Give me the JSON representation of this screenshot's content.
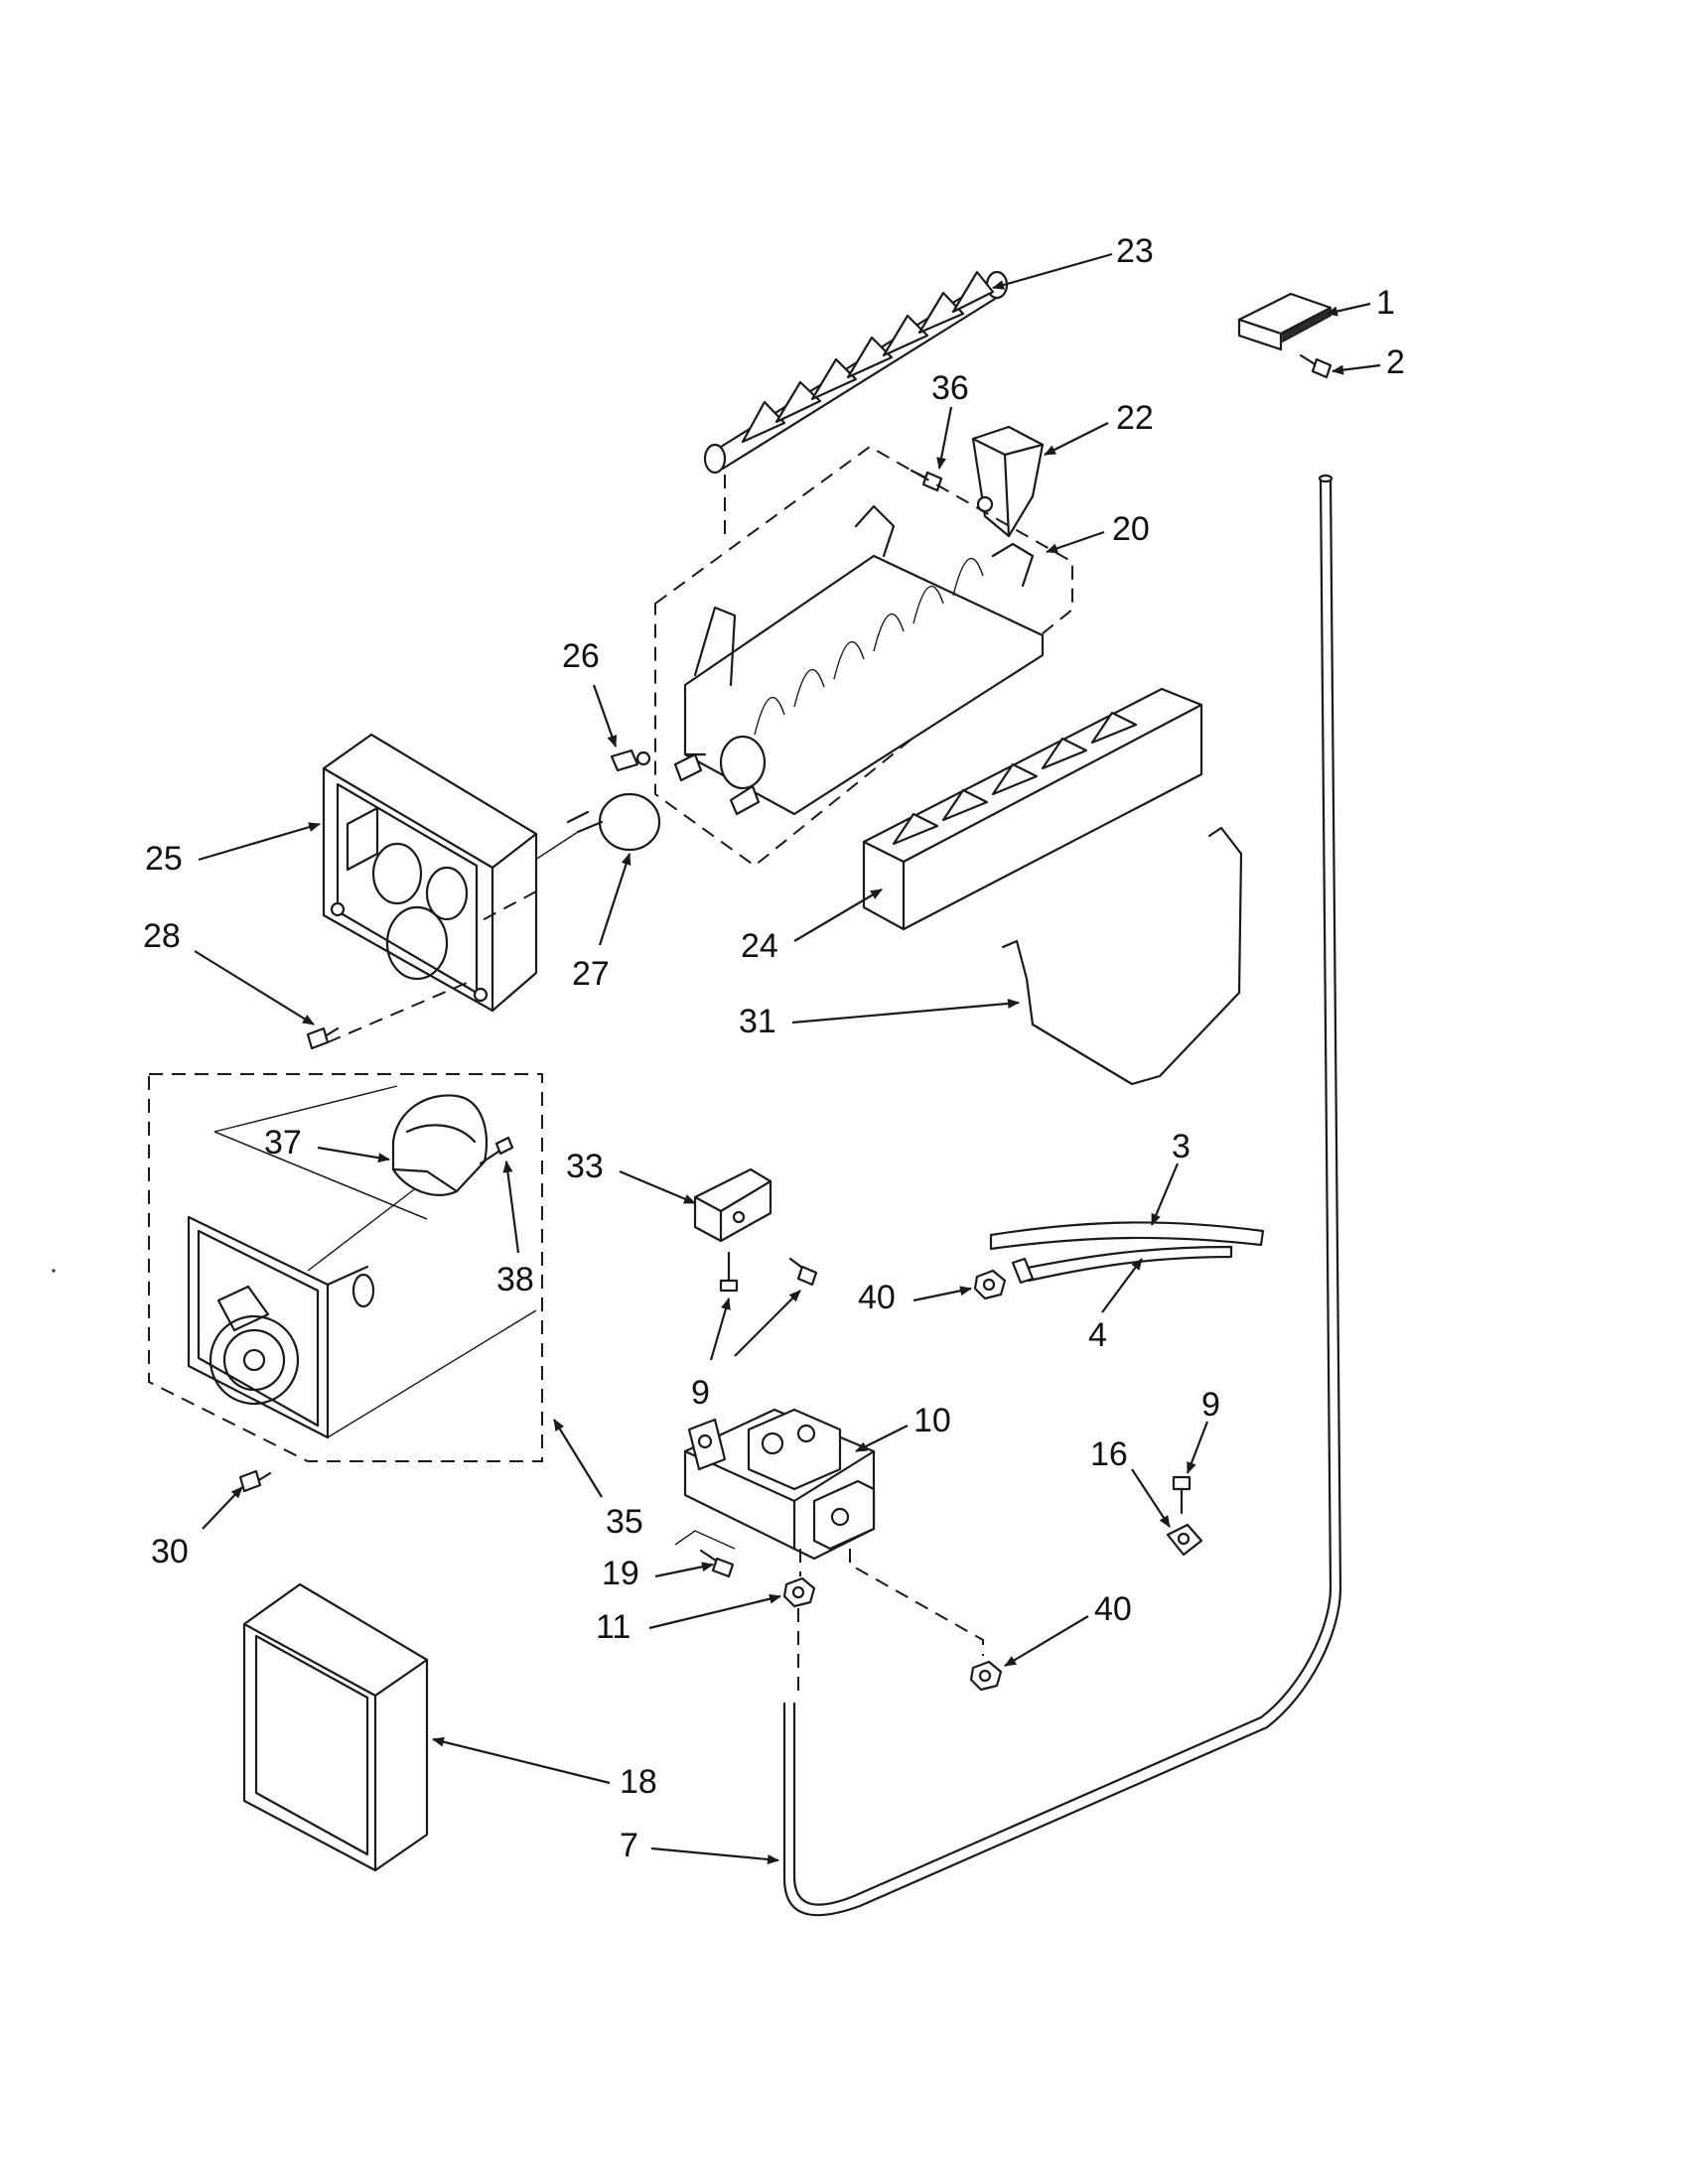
{
  "diagram": {
    "callouts": [
      {
        "id": "c23",
        "label": "23"
      },
      {
        "id": "c1",
        "label": "1"
      },
      {
        "id": "c2",
        "label": "2"
      },
      {
        "id": "c36",
        "label": "36"
      },
      {
        "id": "c22",
        "label": "22"
      },
      {
        "id": "c20",
        "label": "20"
      },
      {
        "id": "c26",
        "label": "26"
      },
      {
        "id": "c25",
        "label": "25"
      },
      {
        "id": "c27",
        "label": "27"
      },
      {
        "id": "c24",
        "label": "24"
      },
      {
        "id": "c28",
        "label": "28"
      },
      {
        "id": "c31",
        "label": "31"
      },
      {
        "id": "c37",
        "label": "37"
      },
      {
        "id": "c33",
        "label": "33"
      },
      {
        "id": "c3",
        "label": "3"
      },
      {
        "id": "c38",
        "label": "38"
      },
      {
        "id": "c40a",
        "label": "40"
      },
      {
        "id": "c4",
        "label": "4"
      },
      {
        "id": "c9a",
        "label": "9"
      },
      {
        "id": "c10",
        "label": "10"
      },
      {
        "id": "c9b",
        "label": "9"
      },
      {
        "id": "c16",
        "label": "16"
      },
      {
        "id": "c30",
        "label": "30"
      },
      {
        "id": "c35",
        "label": "35"
      },
      {
        "id": "c19",
        "label": "19"
      },
      {
        "id": "c11",
        "label": "11"
      },
      {
        "id": "c40b",
        "label": "40"
      },
      {
        "id": "c18",
        "label": "18"
      },
      {
        "id": "c7",
        "label": "7"
      }
    ]
  }
}
